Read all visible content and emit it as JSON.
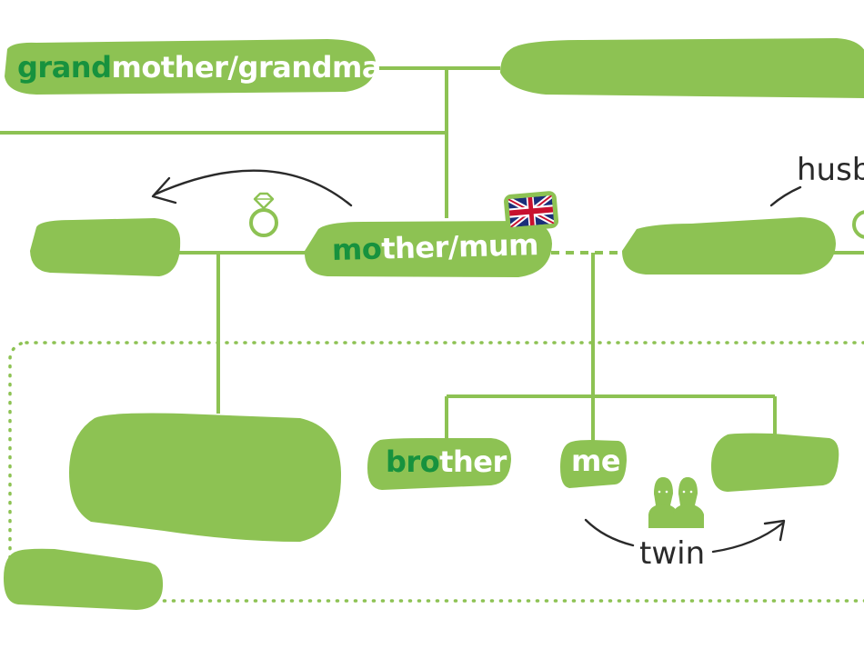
{
  "colors": {
    "node_fill": "#8dc253",
    "line": "#8dc253",
    "highlight_text": "#17923e",
    "label_text": "#ffffff",
    "annotation_text": "#2a2a2a",
    "annotation_arrow": "#2a2a2a"
  },
  "nodes": {
    "grandmother": {
      "highlight": "grand",
      "rest": "mother/grandma"
    },
    "mother": {
      "highlight": "mo",
      "rest": "ther/mum"
    },
    "brother": {
      "highlight": "bro",
      "rest": "ther"
    },
    "me": {
      "text": "me"
    }
  },
  "annotations": {
    "husband_partial": "husb",
    "twin": "twin"
  },
  "icons": {
    "flag": "uk-flag-icon",
    "ring": "wedding-ring-icon",
    "twins": "twins-icon"
  }
}
